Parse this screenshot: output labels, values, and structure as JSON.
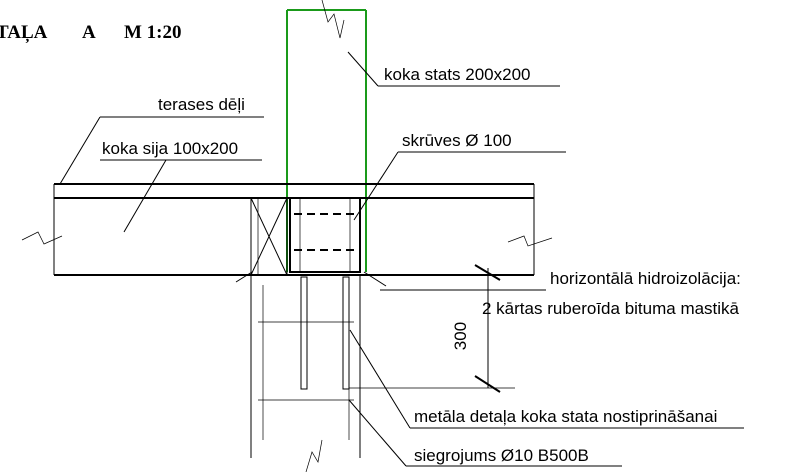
{
  "drawing": {
    "title": "TAĻA",
    "section": "A",
    "scale": "M 1:20"
  },
  "labels": {
    "post": "koka stats 200x200",
    "deck_boards": "terases dēļi",
    "beam": "koka sija 100x200",
    "screws": "skrūves Ø 100",
    "waterproofing_line1": "horizontālā hidroizolācija:",
    "waterproofing_line2": "2 kārtas ruberoīda bituma mastikā",
    "dimension": "300",
    "metal_part": "metāla detaļa koka stata nostiprināšanai",
    "reinforcement": "siegrojums Ø10 B500B"
  },
  "colors": {
    "post_outline": "#1a9a1a",
    "lines": "#000000"
  }
}
